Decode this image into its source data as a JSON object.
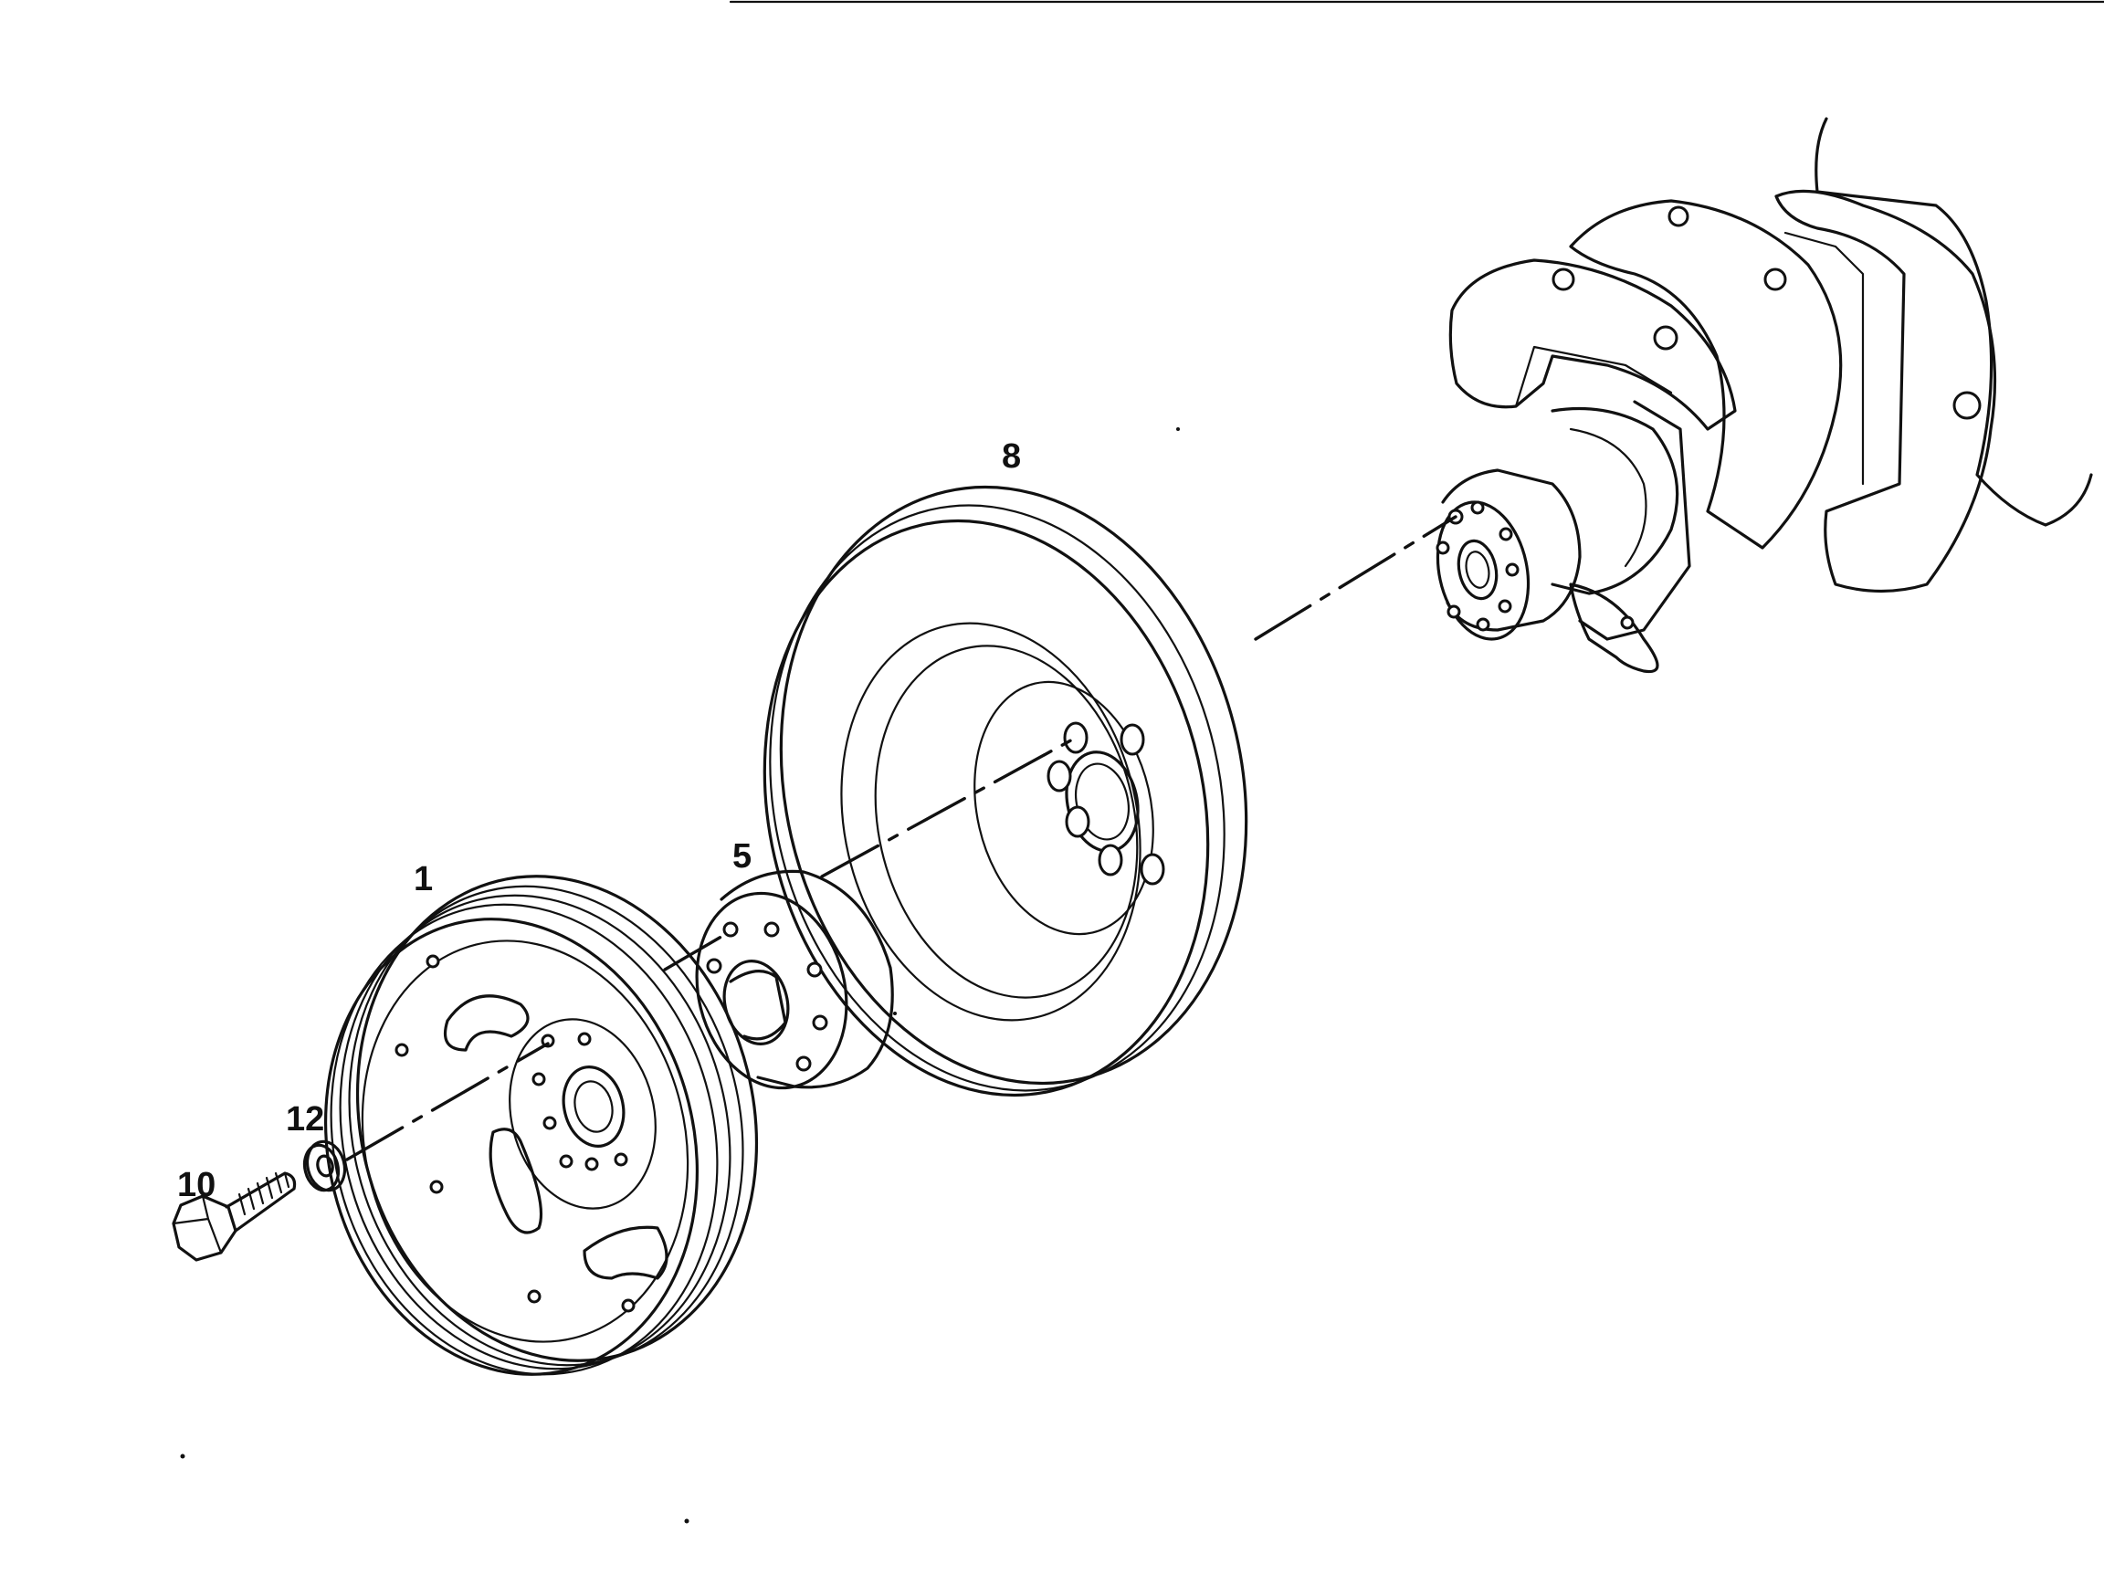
{
  "parts": [
    {
      "id": "1",
      "label": "1"
    },
    {
      "id": "5",
      "label": "5"
    },
    {
      "id": "8",
      "label": "8"
    },
    {
      "id": "10",
      "label": "10"
    },
    {
      "id": "12",
      "label": "12"
    }
  ],
  "colors": {
    "ink": "#111111",
    "paper": "#ffffff"
  }
}
